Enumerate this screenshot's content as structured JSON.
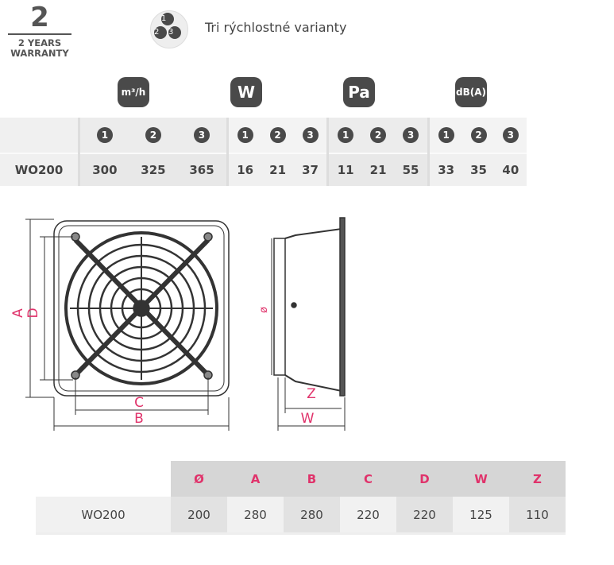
{
  "warranty": {
    "number": "2",
    "text": "2 YEARS WARRANTY"
  },
  "speed_icon": {
    "digits": [
      "1",
      "2",
      "3"
    ]
  },
  "speeds_label": "Tri rýchlostné varianty",
  "perf_table": {
    "units": [
      "m³/h",
      "W",
      "Pa",
      "dB(A)"
    ],
    "speed_numbers": [
      "1",
      "2",
      "3"
    ],
    "model": "WO200",
    "values": [
      [
        "300",
        "325",
        "365"
      ],
      [
        "16",
        "21",
        "37"
      ],
      [
        "11",
        "21",
        "55"
      ],
      [
        "33",
        "35",
        "40"
      ]
    ]
  },
  "diagram": {
    "labels": {
      "A": "A",
      "D": "D",
      "C": "C",
      "B": "B",
      "dia": "ø",
      "Z": "Z",
      "W": "W"
    },
    "label_color": "#e0336b"
  },
  "dim_table": {
    "headers": [
      "Ø",
      "A",
      "B",
      "C",
      "D",
      "W",
      "Z"
    ],
    "model": "WO200",
    "values": [
      "200",
      "280",
      "280",
      "220",
      "220",
      "125",
      "110"
    ]
  }
}
